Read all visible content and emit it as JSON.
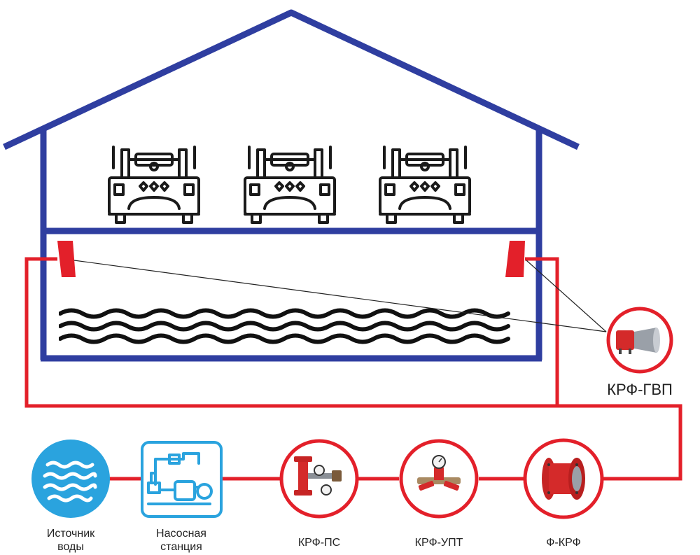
{
  "colors": {
    "building": "#2f3ea0",
    "pipe": "#e3202a",
    "accent_blue": "#2aa3de",
    "machine": "#1a1a1a",
    "text": "#222222"
  },
  "legend": {
    "krf_gvp": "КРФ-ГВП"
  },
  "components": {
    "water_source": {
      "icon": "water-waves-icon",
      "label_line1": "Источник",
      "label_line2": "воды"
    },
    "pump_station": {
      "icon": "pump-station-icon",
      "label_line1": "Насосная",
      "label_line2": "станция"
    },
    "krf_ps": {
      "icon": "valve-assembly-icon",
      "label": "КРФ-ПС"
    },
    "krf_upt": {
      "icon": "valve-gauge-icon",
      "label": "КРФ-УПТ"
    },
    "f_krf": {
      "icon": "flange-valve-icon",
      "label": "Ф-КРФ"
    }
  },
  "machines": [
    "printing-machine-icon",
    "printing-machine-icon",
    "printing-machine-icon"
  ]
}
